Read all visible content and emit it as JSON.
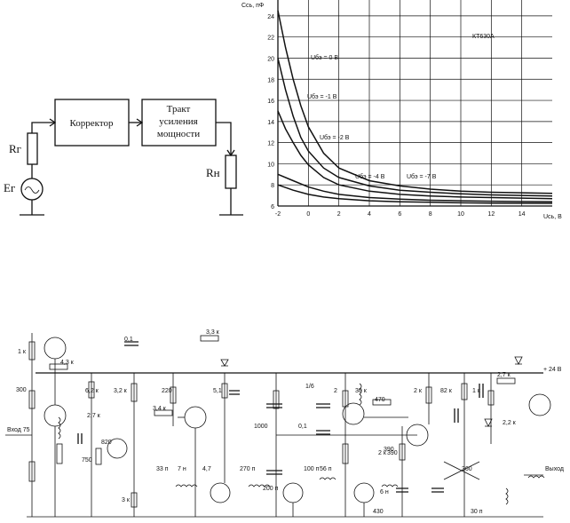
{
  "block_diagram": {
    "source_resistor_label": "Rг",
    "source_emf_label": "Eг",
    "block1_label": "Корректор",
    "block2_lines": [
      "Тракт",
      "усиления",
      "мощности"
    ],
    "load_label": "Rн"
  },
  "chart_data": {
    "type": "line",
    "title": "КТ630А",
    "xlabel": "Uсь, В",
    "ylabel": "Ссь, пФ",
    "xlim": [
      -2,
      16
    ],
    "ylim": [
      6,
      25
    ],
    "x_ticks": [
      "-2",
      "0",
      "2",
      "4",
      "6",
      "8",
      "10",
      "12",
      "14"
    ],
    "y_ticks": [
      "6",
      "8",
      "10",
      "12",
      "14",
      "16",
      "18",
      "20",
      "22",
      "24"
    ],
    "series": [
      {
        "name": "Uбэ = 0 В",
        "x": [
          -2,
          -1.5,
          -1,
          -0.5,
          0,
          1,
          2,
          4,
          6,
          8,
          10,
          12,
          14,
          16
        ],
        "y": [
          24.5,
          21,
          18,
          15.5,
          13.5,
          11,
          9.6,
          8.4,
          7.9,
          7.6,
          7.4,
          7.3,
          7.25,
          7.2
        ]
      },
      {
        "name": "Uбэ = -1 В",
        "x": [
          -2,
          -1.5,
          -1,
          -0.5,
          0,
          1,
          2,
          4,
          6,
          8,
          10,
          12,
          14,
          16
        ],
        "y": [
          20,
          17,
          14.5,
          12.5,
          11.2,
          9.6,
          8.7,
          7.9,
          7.5,
          7.3,
          7.15,
          7.05,
          7.0,
          6.95
        ]
      },
      {
        "name": "Uбэ = -2 В",
        "x": [
          -2,
          -1.5,
          -1,
          -0.5,
          0,
          1,
          2,
          4,
          6,
          8,
          10,
          12,
          14,
          16
        ],
        "y": [
          15,
          13.3,
          12,
          10.8,
          9.9,
          8.7,
          8.0,
          7.4,
          7.1,
          6.95,
          6.85,
          6.8,
          6.75,
          6.7
        ]
      },
      {
        "name": "Uбэ = -4 В",
        "x": [
          -2,
          -1,
          0,
          1,
          2,
          4,
          6,
          8,
          10,
          12,
          14,
          16
        ],
        "y": [
          9,
          8.4,
          7.8,
          7.4,
          7.1,
          6.8,
          6.65,
          6.55,
          6.5,
          6.45,
          6.42,
          6.4
        ]
      },
      {
        "name": "Uбэ = -7 В",
        "x": [
          -2,
          -1,
          0,
          1,
          2,
          4,
          6,
          8,
          10,
          12,
          14,
          16
        ],
        "y": [
          8,
          7.5,
          7.1,
          6.85,
          6.7,
          6.5,
          6.4,
          6.35,
          6.3,
          6.28,
          6.26,
          6.25
        ]
      }
    ],
    "curve_labels": [
      "Uбэ = 0 В",
      "Uбэ = -1 В",
      "Uбэ = -2 В",
      "Uбэ = -4 В",
      "Uбэ = -7 В"
    ],
    "grid": true
  },
  "schematic": {
    "supply_label": "+ 24 В",
    "input_label": "Вход 75",
    "output_label": "Выход",
    "component_labels": [
      "1 к",
      "4,3 к",
      "0,1",
      "3,3 к",
      "300",
      "6,2 к",
      "2,7 к",
      "3,2 к",
      "220",
      "5,1",
      "3,4 к",
      "1/6",
      "2",
      "30 к",
      "470",
      "2 к",
      "82 к",
      "1 к",
      "2,7 к",
      "33 п",
      "750",
      "390",
      "820",
      "0,1",
      "3 к",
      "2 к",
      "1000",
      "2,2 к",
      "390",
      "430",
      "6 н",
      "7 н",
      "100 п",
      "56 п",
      "200 п",
      "270 п",
      "4,7",
      "360",
      "30 п"
    ]
  }
}
